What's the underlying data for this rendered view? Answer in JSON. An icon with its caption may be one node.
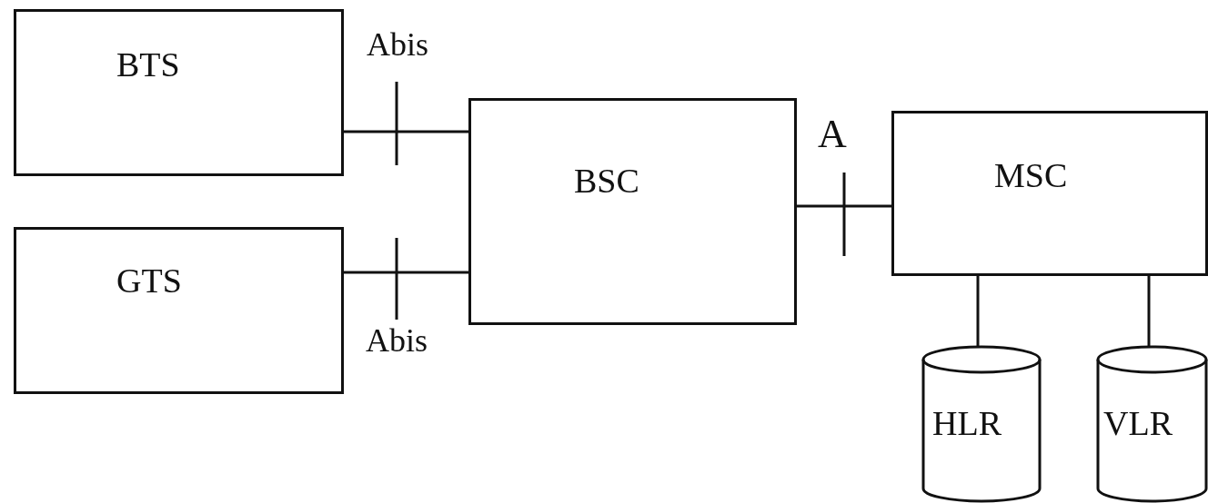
{
  "diagram": {
    "nodes": [
      {
        "text": [
          "BTS"
        ]
      },
      {
        "text": [
          "GTS"
        ]
      },
      {
        "text": [
          "BSC"
        ]
      },
      {
        "text": [
          "MSC"
        ]
      },
      {
        "text": [
          "HLR"
        ]
      },
      {
        "text": [
          "VLR"
        ]
      }
    ],
    "edges": [
      {
        "from": 0,
        "to": 2,
        "arrow": "none"
      },
      {
        "from": 1,
        "to": 2,
        "arrow": "none"
      },
      {
        "from": 2,
        "to": 3,
        "arrow": "none"
      },
      {
        "from": 3,
        "to": 4,
        "arrow": "none"
      },
      {
        "from": 3,
        "to": 5,
        "arrow": "none"
      }
    ],
    "labels": [
      "Abis",
      "A",
      "Abis"
    ]
  }
}
